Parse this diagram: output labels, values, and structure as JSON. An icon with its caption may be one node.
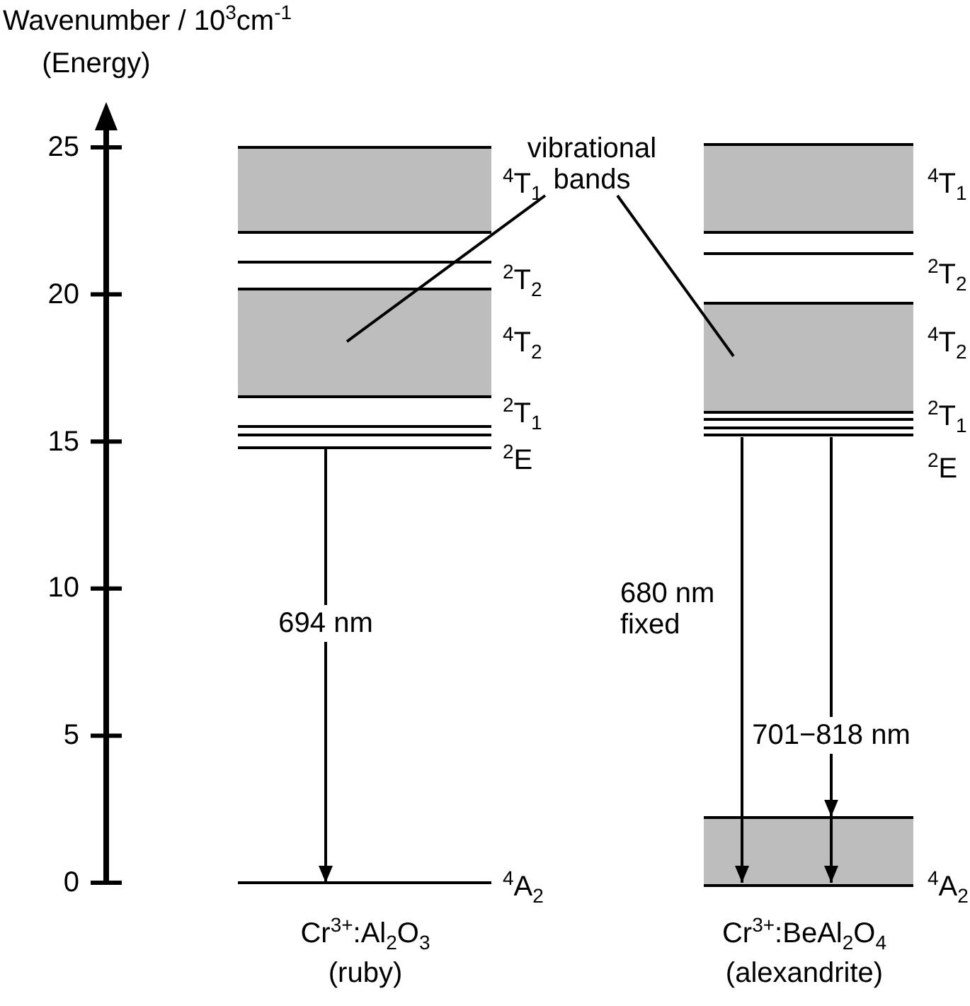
{
  "diagram": {
    "nodes": [
      {
        "text": [
          "vibrational bands"
        ]
      },
      {
        "text": [
          "$^{4}$T$_{1}$"
        ]
      },
      {
        "text": [
          "$^{2}$T$_{2}$"
        ]
      },
      {
        "text": [
          "$^{4}$T$_{2}$"
        ]
      },
      {
        "text": [
          "$^{2}$T$_{1}$"
        ]
      },
      {
        "text": [
          "$^{2}$E"
        ]
      },
      {
        "text": [
          "$^{4}$A$_{2}$"
        ]
      },
      {
        "text": [
          "$^{4}$T$_{1}$"
        ]
      },
      {
        "text": [
          "$^{2}$T$_{2}$"
        ]
      },
      {
        "text": [
          "$^{4}$T$_{2}$"
        ]
      },
      {
        "text": [
          "$^{2}$T$_{1}$"
        ]
      },
      {
        "text": [
          "$^{2}$E"
        ]
      },
      {
        "text": [
          "$^{4}$A$_{2}$"
        ]
      }
    ],
    "edges": [
      {
        "from": 0,
        "to": 3,
        "arrow": "none"
      },
      {
        "from": 0,
        "to": 9,
        "arrow": "none"
      },
      {
        "from": 5,
        "to": 6,
        "arrow": "to",
        "label": "694 nm"
      },
      {
        "from": 11,
        "to": 12,
        "arrow": "to",
        "label": "680 nm fixed"
      },
      {
        "from": 11,
        "to": 12,
        "arrow": "to",
        "label": "701−818 nm"
      }
    ],
    "labels": [
      "Wavenumber / 10$^{3}$cm$^{-1}$",
      "(Energy)",
      "25",
      "20",
      "15",
      "10",
      "5",
      "0",
      "Cr$^{3+}$:Al$_{2}$O$_{3}$",
      "(ruby)",
      "Cr$^{3+}$:BeAl$_{2}$O$_{4}$",
      "(alexandrite)"
    ]
  }
}
